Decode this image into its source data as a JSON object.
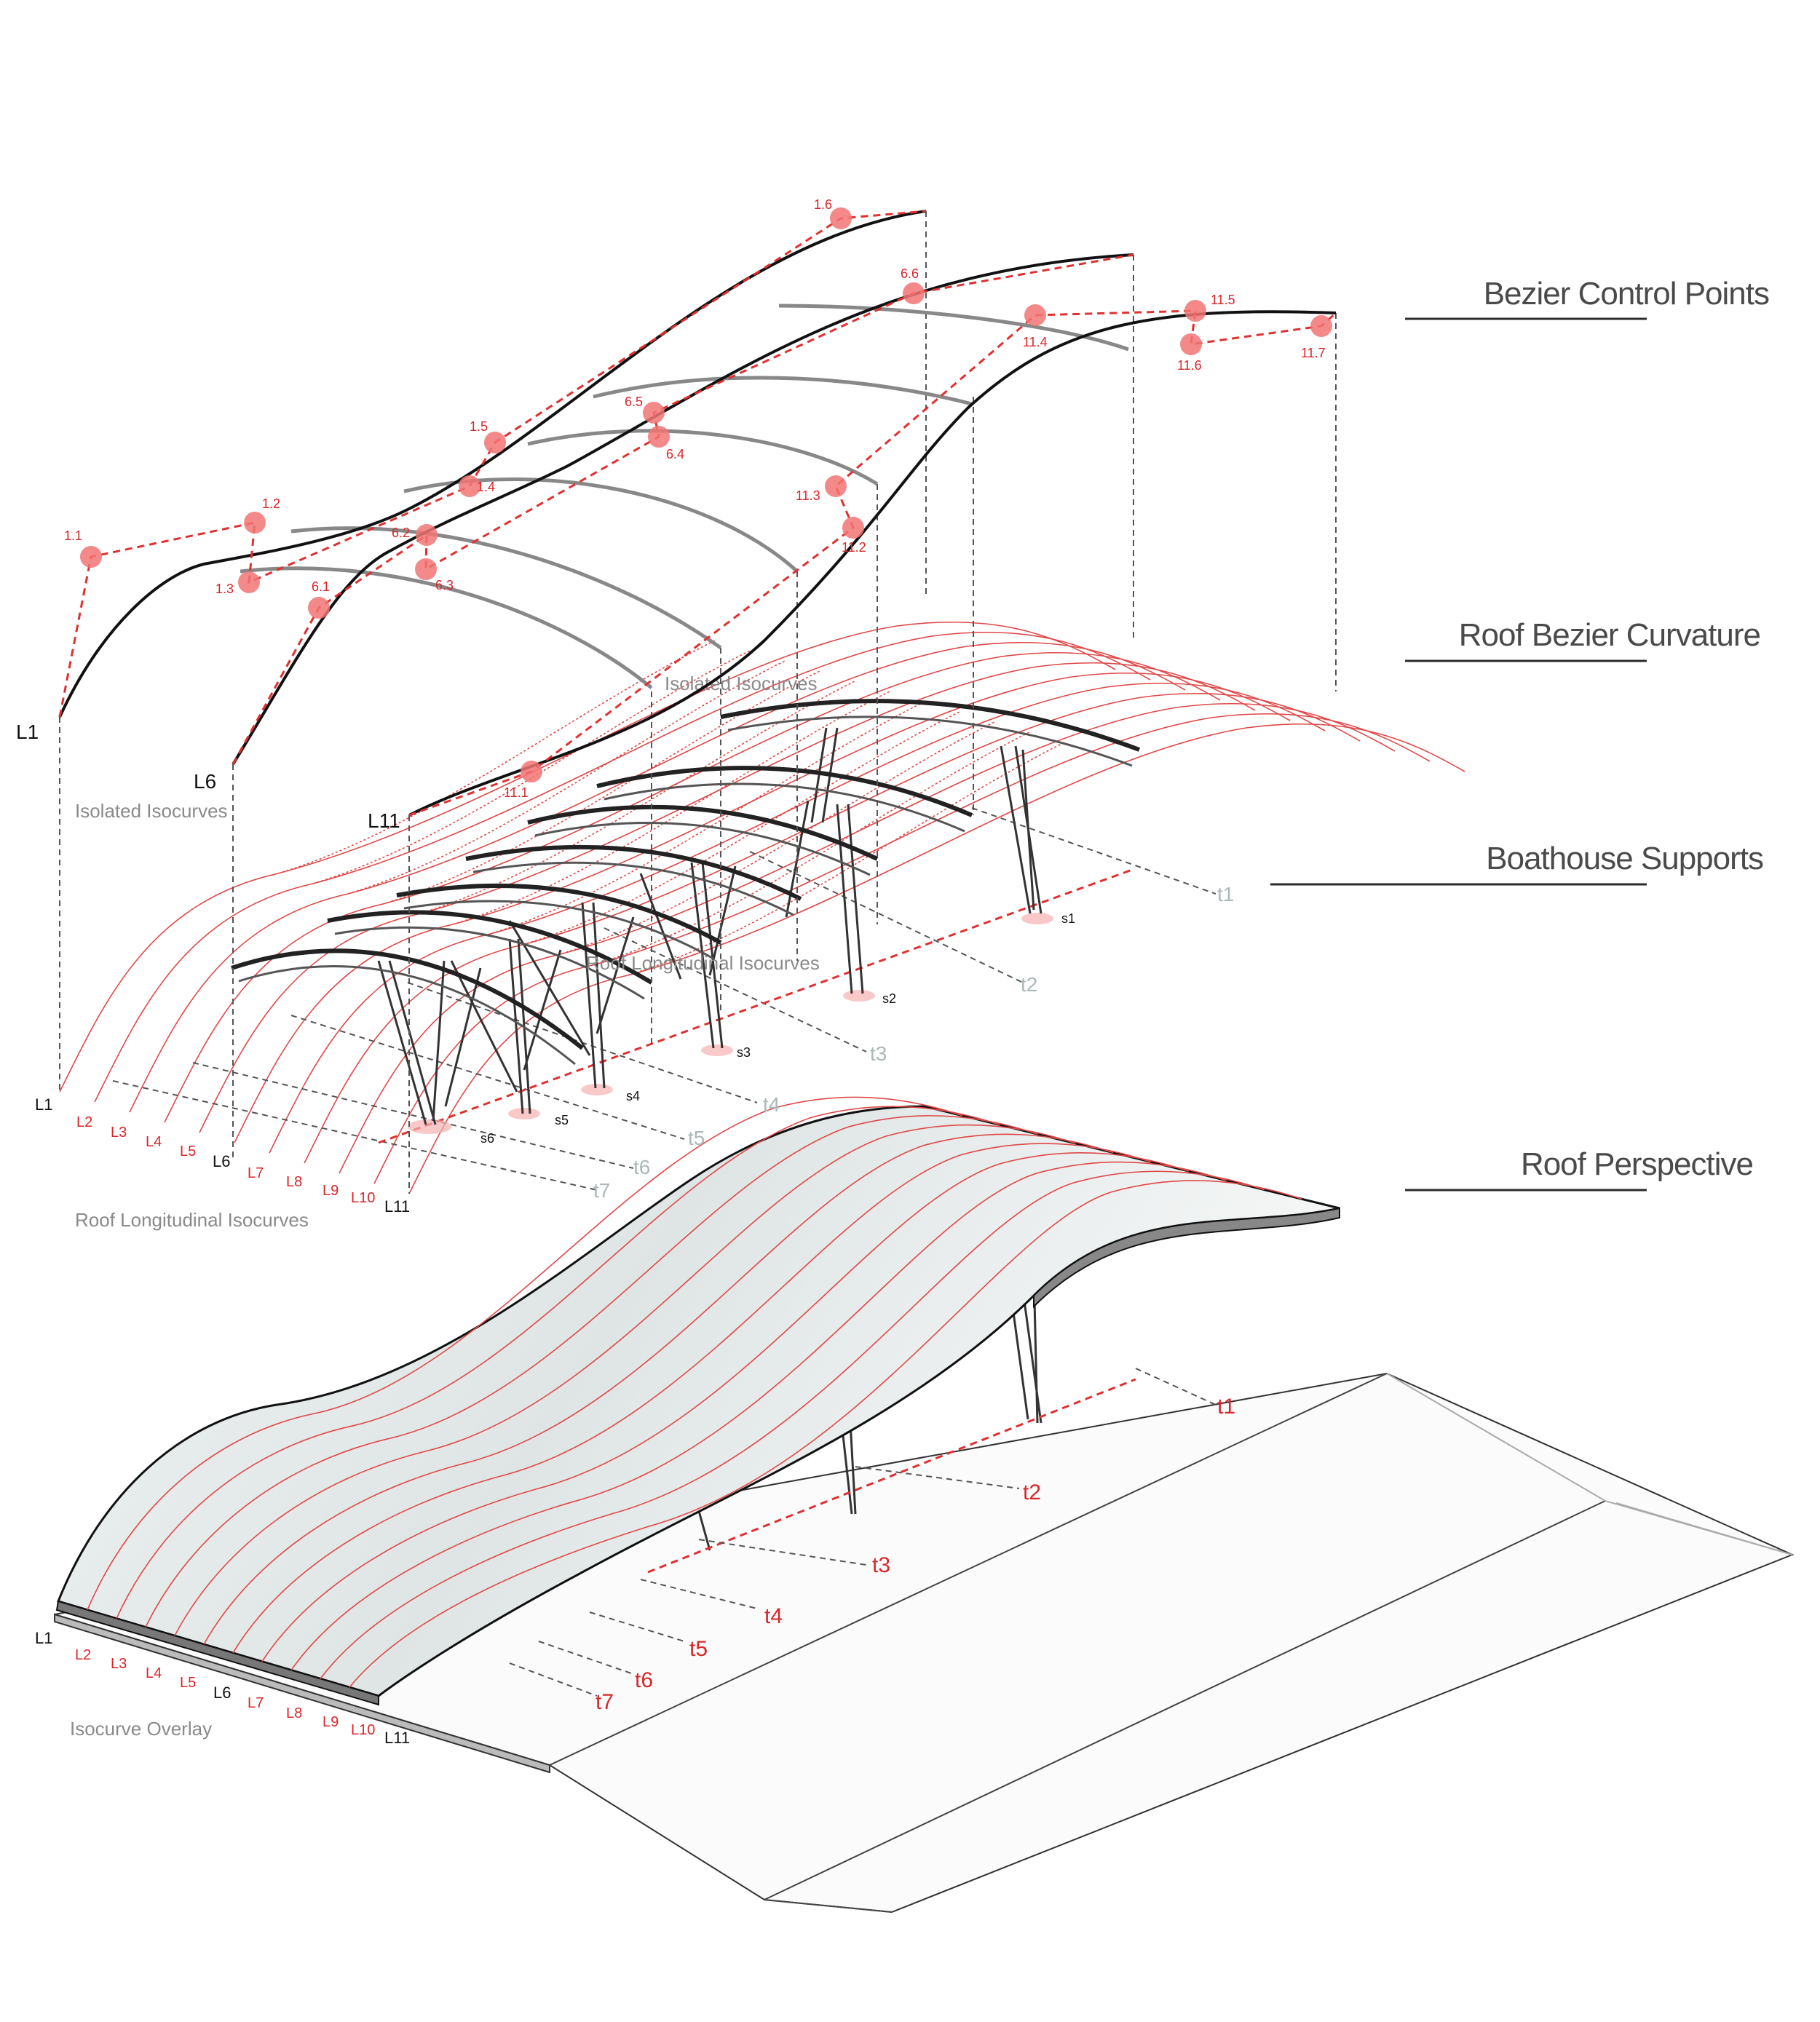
{
  "sections": {
    "bezier_control_points": "Bezier Control Points",
    "roof_bezier_curvature": "Roof Bezier Curvature",
    "boathouse_supports": "Boathouse Supports",
    "roof_perspective": "Roof Perspective"
  },
  "annotations": {
    "isolated_isocurves_left": "Isolated Isocurves",
    "isolated_isocurves_center": "Isolated Isocurves",
    "roof_longitudinal_center": "Roof Longitudinal Isocurves",
    "roof_longitudinal_isocurves": "Roof Longitudinal Isocurves",
    "isocurve_overlay": "Isocurve Overlay"
  },
  "profile_labels": {
    "l1": "L1",
    "l6": "L6",
    "l11": "L11"
  },
  "control_points": [
    "1.1",
    "1.2",
    "1.3",
    "1.4",
    "1.5",
    "1.6",
    "6.1",
    "6.2",
    "6.3",
    "6.4",
    "6.5",
    "6.6",
    "11.1",
    "11.2",
    "11.3",
    "11.4",
    "11.5",
    "11.6",
    "11.7"
  ],
  "isocurve_labels": [
    "L1",
    "L2",
    "L3",
    "L4",
    "L5",
    "L6",
    "L7",
    "L8",
    "L9",
    "L10",
    "L11"
  ],
  "supports": [
    "s1",
    "s2",
    "s3",
    "s4",
    "s5",
    "s6"
  ],
  "transverse_labels": [
    "t1",
    "t2",
    "t3",
    "t4",
    "t5",
    "t6",
    "t7"
  ],
  "colors": {
    "accent_red": "#e03030",
    "ink": "#111111",
    "grey_text": "#8a8a8a",
    "teal_grey": "#aab8b8"
  }
}
